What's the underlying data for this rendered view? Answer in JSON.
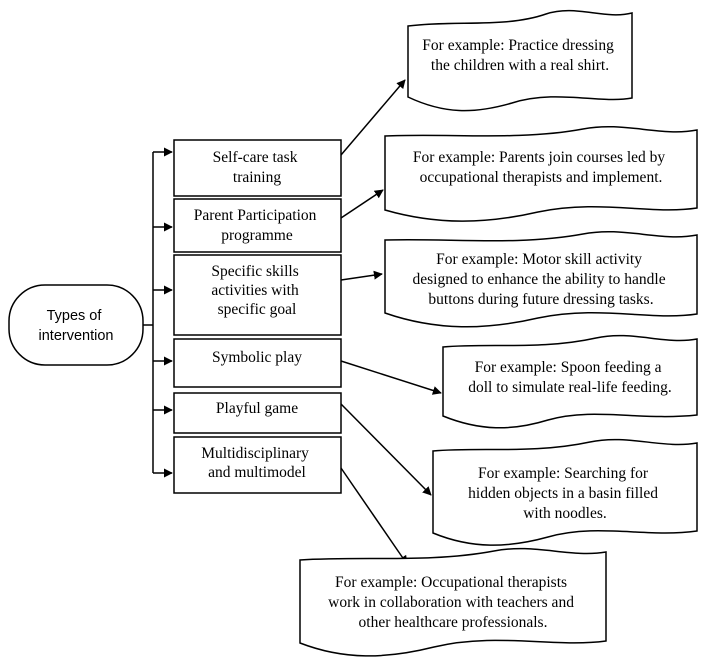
{
  "root": {
    "lines": [
      "Types of",
      "intervention"
    ]
  },
  "interventions": [
    {
      "lines": [
        "Self-care task",
        "training"
      ]
    },
    {
      "lines": [
        "Parent Participation",
        "programme"
      ]
    },
    {
      "lines": [
        "Specific skills",
        "activities with",
        "specific goal"
      ]
    },
    {
      "lines": [
        "Symbolic play"
      ]
    },
    {
      "lines": [
        "Playful game"
      ]
    },
    {
      "lines": [
        "Multidisciplinary",
        "and multimodel"
      ]
    }
  ],
  "examples": [
    {
      "lines": [
        "For example: Practice dressing",
        "the children with a real shirt."
      ]
    },
    {
      "lines": [
        "For example: Parents join courses led by",
        "occupational therapists and implement."
      ]
    },
    {
      "lines": [
        "For example: Motor skill activity",
        "designed to enhance the ability to handle",
        "buttons during future dressing tasks."
      ]
    },
    {
      "lines": [
        "For example: Spoon feeding a",
        "doll to simulate real-life feeding."
      ]
    },
    {
      "lines": [
        "For example: Searching for",
        "hidden objects in a basin filled",
        "with noodles."
      ]
    },
    {
      "lines": [
        "For example: Occupational therapists",
        "work in collaboration with teachers and",
        "other healthcare professionals."
      ]
    }
  ],
  "colors": {
    "stroke": "#000000",
    "background": "#ffffff"
  }
}
